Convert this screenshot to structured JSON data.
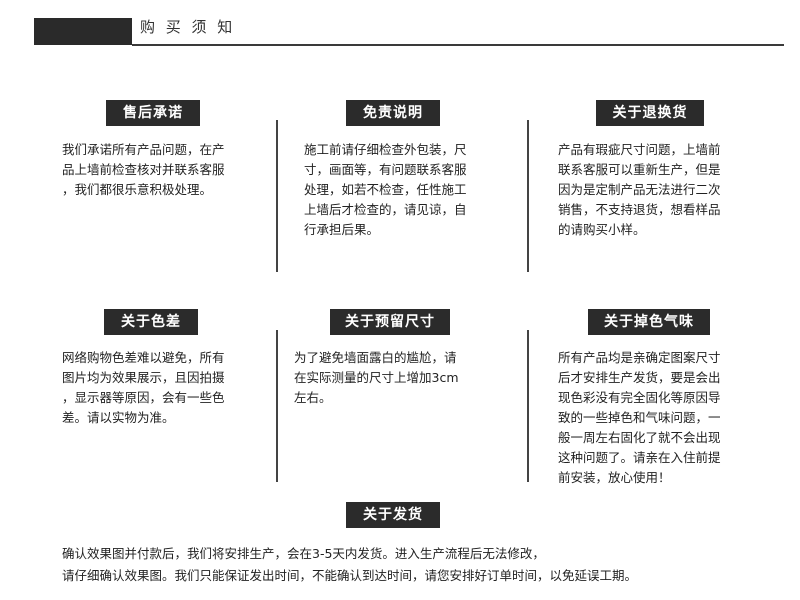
{
  "header": {
    "title": "购 买 须 知"
  },
  "sections": [
    {
      "title": "售后承诺",
      "lines": [
        "我们承诺所有产品问题，在产",
        "品上墙前检查核对并联系客服",
        "，我们都很乐意积极处理。"
      ]
    },
    {
      "title": "免责说明",
      "lines": [
        "施工前请仔细检查外包装，尺",
        "寸，画面等，有问题联系客服",
        "处理，如若不检查，任性施工",
        "上墙后才检查的，请见谅，自",
        "行承担后果。"
      ]
    },
    {
      "title": "关于退换货",
      "lines": [
        "产品有瑕疵尺寸问题，上墙前",
        "联系客服可以重新生产，但是",
        "因为是定制产品无法进行二次",
        "销售，不支持退货，想看样品",
        "的请购买小样。"
      ]
    },
    {
      "title": "关于色差",
      "lines": [
        "网络购物色差难以避免，所有",
        "图片均为效果展示，且因拍摄",
        "，显示器等原因，会有一些色",
        "差。请以实物为准。"
      ]
    },
    {
      "title": "关于预留尺寸",
      "lines": [
        "为了避免墙面露白的尴尬，请",
        "在实际测量的尺寸上增加3cm",
        "左右。"
      ]
    },
    {
      "title": "关于掉色气味",
      "lines": [
        "所有产品均是亲确定图案尺寸",
        "后才安排生产发货，要是会出",
        "现色彩没有完全固化等原因导",
        "致的一些掉色和气味问题，一",
        "般一周左右固化了就不会出现",
        "这种问题了。请亲在入住前提",
        "前安装，放心使用！"
      ]
    },
    {
      "title": "关于发货",
      "lines": [
        "确认效果图并付款后，我们将安排生产，会在3-5天内发货。进入生产流程后无法修改，",
        "请仔细确认效果图。我们只能保证发出时间，不能确认到达时间，请您安排好订单时间，以免延误工期。"
      ]
    }
  ]
}
